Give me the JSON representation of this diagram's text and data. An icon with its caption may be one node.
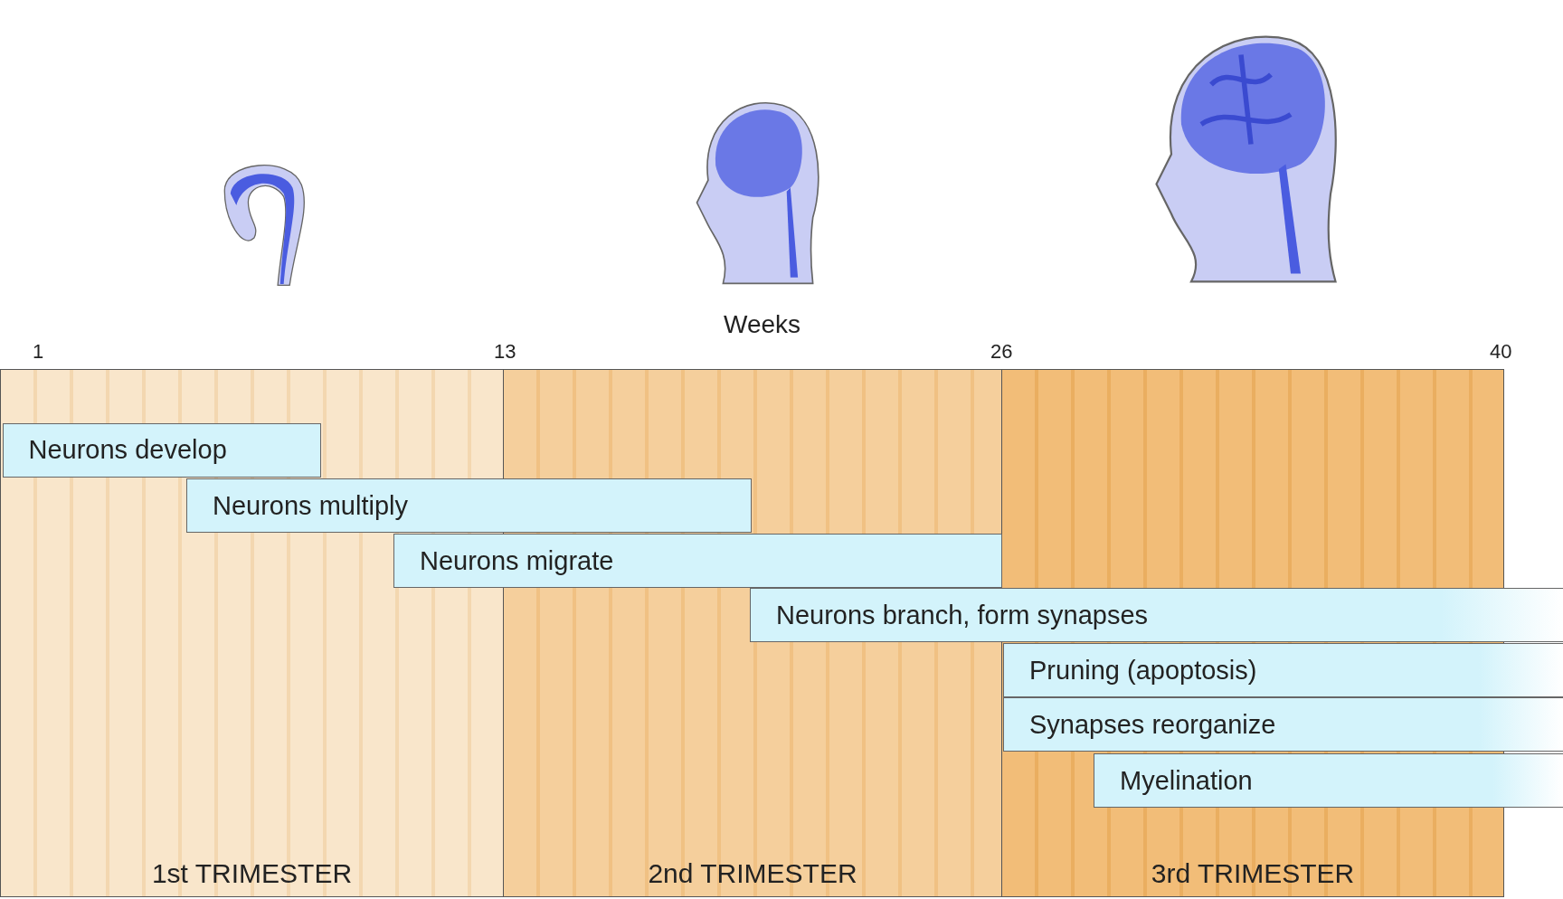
{
  "diagram": {
    "nodes": [
      {
        "text": [],
        "shape": "picture"
      },
      {
        "text": [],
        "shape": "picture"
      },
      {
        "text": [],
        "shape": "picture"
      },
      {
        "text": [
          "1st TRIMESTER"
        ]
      },
      {
        "text": [
          "2nd TRIMESTER"
        ]
      },
      {
        "text": [
          "3rd TRIMESTER"
        ]
      },
      {
        "text": [
          "Neurons develop"
        ],
        "in": 3
      },
      {
        "text": [
          "Neurons multiply"
        ]
      },
      {
        "text": [
          "Neurons migrate"
        ]
      },
      {
        "text": [
          "Neurons branch, form synapses"
        ]
      },
      {
        "text": [
          "Pruning (apoptosis)"
        ]
      },
      {
        "text": [
          "Synapses reorganize"
        ]
      },
      {
        "text": [
          "Myelination"
        ]
      }
    ],
    "edges": [],
    "labels": [
      "Weeks",
      "1",
      "13",
      "26",
      "40"
    ]
  }
}
